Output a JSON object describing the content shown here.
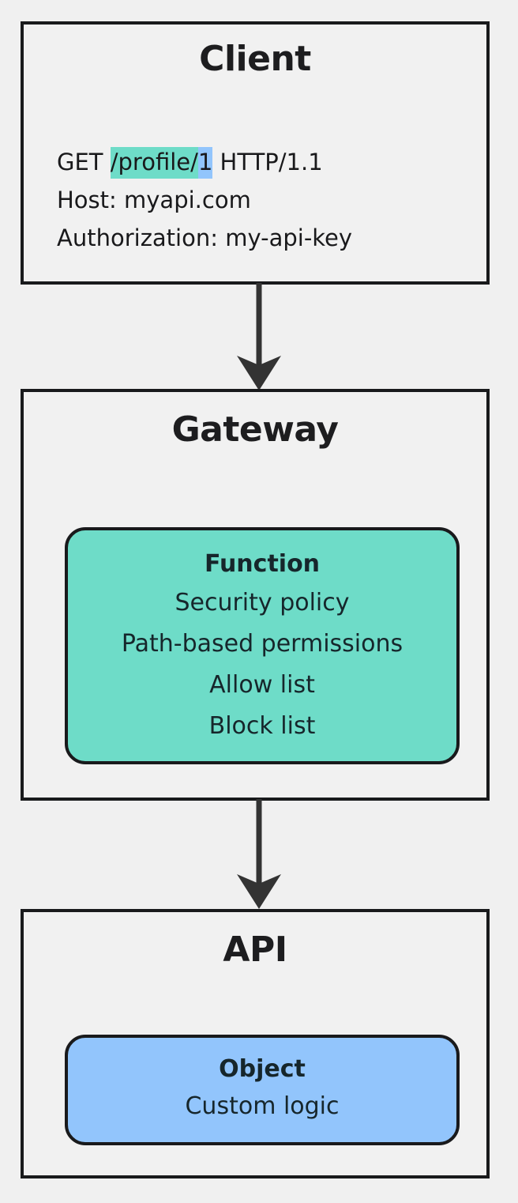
{
  "diagram": {
    "type": "flowchart",
    "direction": "top-to-bottom",
    "background_color": "#f0f0f0",
    "border_color": "#191a1c",
    "accent_teal": "#6edcc8",
    "accent_blue": "#92c5fc",
    "arrow_color": "#333333"
  },
  "client": {
    "title": "Client",
    "request": {
      "method": "GET ",
      "path_highlight_teal": "/profile/",
      "path_highlight_blue": "1",
      "protocol": " HTTP/1.1",
      "host_line": "Host: myapi.com",
      "auth_line": "Authorization: my-api-key"
    }
  },
  "gateway": {
    "title": "Gateway",
    "function": {
      "title": "Function",
      "lines": [
        "Security policy",
        "Path-based permissions",
        "Allow list",
        "Block list"
      ]
    }
  },
  "api": {
    "title": "API",
    "object": {
      "title": "Object",
      "lines": [
        "Custom logic"
      ]
    }
  },
  "connections": [
    {
      "from": "Client",
      "to": "Gateway",
      "style": "solid-arrow"
    },
    {
      "from": "Gateway",
      "to": "API",
      "style": "solid-arrow"
    }
  ]
}
